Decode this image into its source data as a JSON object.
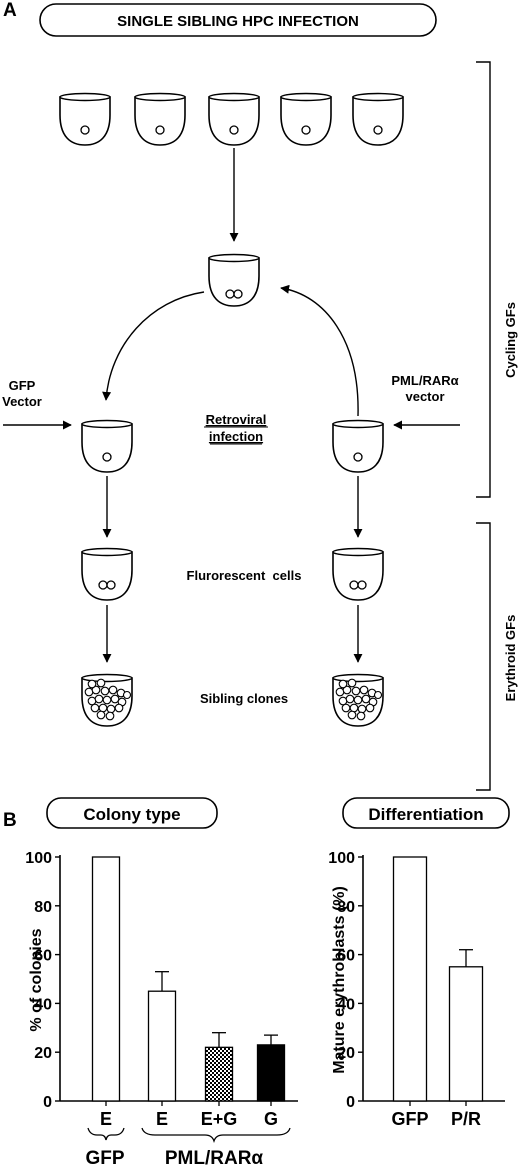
{
  "panel_a": {
    "label": "A",
    "title": "SINGLE SIBLING HPC INFECTION",
    "gfp_vector": [
      "GFP",
      "Vector"
    ],
    "pml_vector": [
      "PML/RARα",
      "vector"
    ],
    "retroviral": [
      "Retroviral",
      "infection"
    ],
    "fluorescent": "Flurorescent  cells",
    "sibling": "Sibling clones",
    "cycling": "Cycling GFs",
    "erythroid": "Erythroid GFs"
  },
  "panel_b": {
    "label": "B",
    "colony_title": "Colony type",
    "diff_title": "Differentiation",
    "colony_ylabel": "% of colonies",
    "diff_ylabel": "Mature erythroblasts (%)",
    "group_gfp": "GFP",
    "group_pml": "PML/RARα"
  },
  "chart_data": [
    {
      "type": "bar",
      "title": "Colony type",
      "ylabel": "% of colonies",
      "ylim": [
        0,
        100
      ],
      "yticks": [
        0,
        20,
        40,
        60,
        80,
        100
      ],
      "categories": [
        "E",
        "E",
        "E+G",
        "G"
      ],
      "groups": [
        "GFP",
        "PML/RARα",
        "PML/RARα",
        "PML/RARα"
      ],
      "values": [
        100,
        45,
        22,
        23
      ],
      "errors": [
        0,
        8,
        6,
        4
      ],
      "fills": [
        "white",
        "white",
        "checker",
        "black"
      ]
    },
    {
      "type": "bar",
      "title": "Differentiation",
      "ylabel": "Mature erythroblasts (%)",
      "ylim": [
        0,
        100
      ],
      "yticks": [
        0,
        20,
        40,
        60,
        80,
        100
      ],
      "categories": [
        "GFP",
        "P/R"
      ],
      "values": [
        100,
        55
      ],
      "errors": [
        0,
        7
      ],
      "fills": [
        "white",
        "white"
      ]
    }
  ]
}
